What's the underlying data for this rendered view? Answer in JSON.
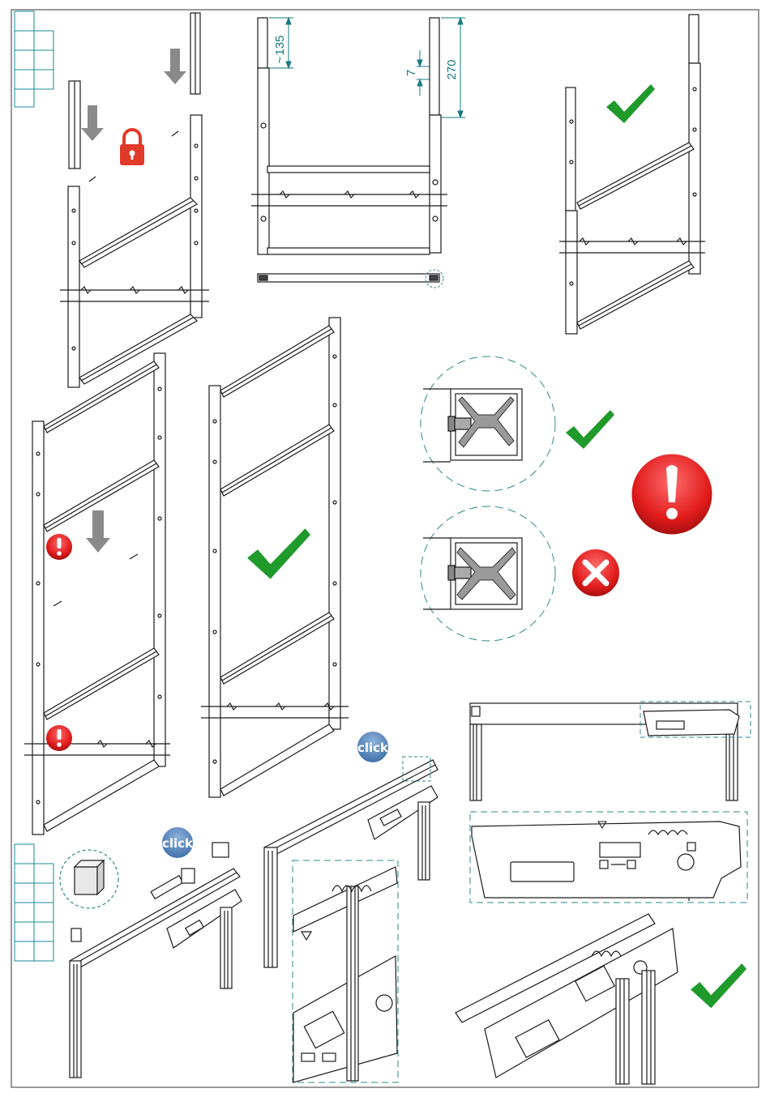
{
  "dimensions": {
    "top": "135",
    "approx": "~",
    "height": "270",
    "gap": "7"
  },
  "badges": {
    "click": "click"
  },
  "colors": {
    "line": "#1a1a1a",
    "dimension": "#167a83",
    "ok": "#1f9a2b",
    "error": "#e01b1b",
    "lock": "#e23a2a",
    "arrow": "#8a8a8a",
    "click_badge": "#3e6fa8",
    "detail_dash": "#2c8a8f"
  },
  "icons": {
    "lock": "lock-icon",
    "check": "check-icon",
    "warning": "warning-icon",
    "error": "error-cross-icon",
    "arrow": "down-arrow-icon"
  }
}
